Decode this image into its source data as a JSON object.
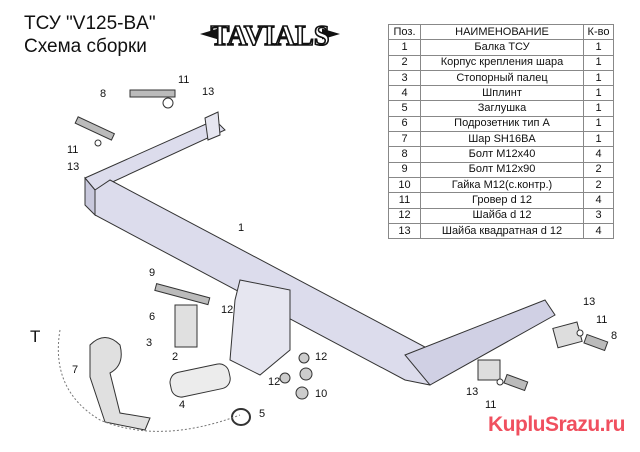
{
  "header": {
    "title_line1": "ТСУ  \"V125-BA\"",
    "title_line2": "Схема сборки",
    "logo_text": "TAVIALS"
  },
  "table": {
    "headers": [
      "Поз.",
      "НАИМЕНОВАНИЕ",
      "К-во"
    ],
    "rows": [
      [
        "1",
        "Балка ТСУ",
        "1"
      ],
      [
        "2",
        "Корпус крепления шара",
        "1"
      ],
      [
        "3",
        "Стопорный палец",
        "1"
      ],
      [
        "4",
        "Шплинт",
        "1"
      ],
      [
        "5",
        "Заглушка",
        "1"
      ],
      [
        "6",
        "Подрозетник тип А",
        "1"
      ],
      [
        "7",
        "Шар SH16BA",
        "1"
      ],
      [
        "8",
        "Болт М12х40",
        "4"
      ],
      [
        "9",
        "Болт М12х90",
        "2"
      ],
      [
        "10",
        "Гайка М12(с.контр.)",
        "2"
      ],
      [
        "11",
        "Гровер d 12",
        "4"
      ],
      [
        "12",
        "Шайба d 12",
        "3"
      ],
      [
        "13",
        "Шайба квадратная d 12",
        "4"
      ]
    ]
  },
  "group_label": "T",
  "callouts": [
    "8",
    "11",
    "13",
    "11",
    "13",
    "1",
    "9",
    "6",
    "12",
    "3",
    "2",
    "7",
    "4",
    "5",
    "12",
    "12",
    "10",
    "13",
    "11",
    "8",
    "13",
    "11"
  ],
  "watermark": "KupluSrazu.ru"
}
